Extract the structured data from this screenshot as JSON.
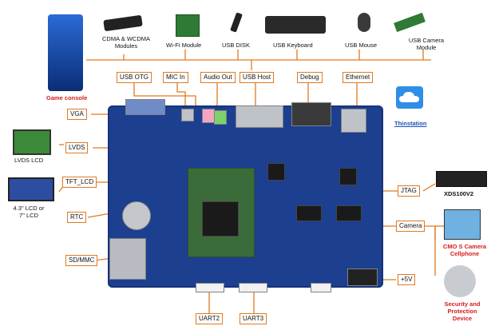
{
  "peripherals": {
    "cdma": "CDMA & WCDMA Modules",
    "wifi": "Wi-Fi Module",
    "usb_disk": "USB DISK",
    "usb_keyboard": "USB Keyboard",
    "usb_mouse": "USB Mouse",
    "usb_camera": "USB Camera Module",
    "game_console": "Game console",
    "thinstation": "Thinstation",
    "lvds_lcd": "LVDS LCD",
    "tft_lcd": "4.3\" LCD or 7\" LCD",
    "xds": "XDS100V2",
    "cmos_camera": "CMO S Camera Cellphone",
    "security": "Security and Protection Device"
  },
  "interfaces": {
    "usb_otg": "USB OTG",
    "mic_in": "MIC In",
    "audio_out": "Audio Out",
    "usb_host": "USB Host",
    "debug": "Debug",
    "ethernet": "Ethernet",
    "vga": "VGA",
    "lvds": "LVDS",
    "tft_lcd": "TFT_LCD",
    "rtc": "RTC",
    "sd_mmc": "SD/MMC",
    "jtag": "JTAG",
    "camera": "Camera",
    "power": "+5V",
    "uart2": "UART2",
    "uart3": "UART3"
  },
  "colors": {
    "box_border": "#e07a1f",
    "board": "#1c3f8f",
    "accent_red": "#d41c1c",
    "accent_blue": "#1f4fb5"
  }
}
